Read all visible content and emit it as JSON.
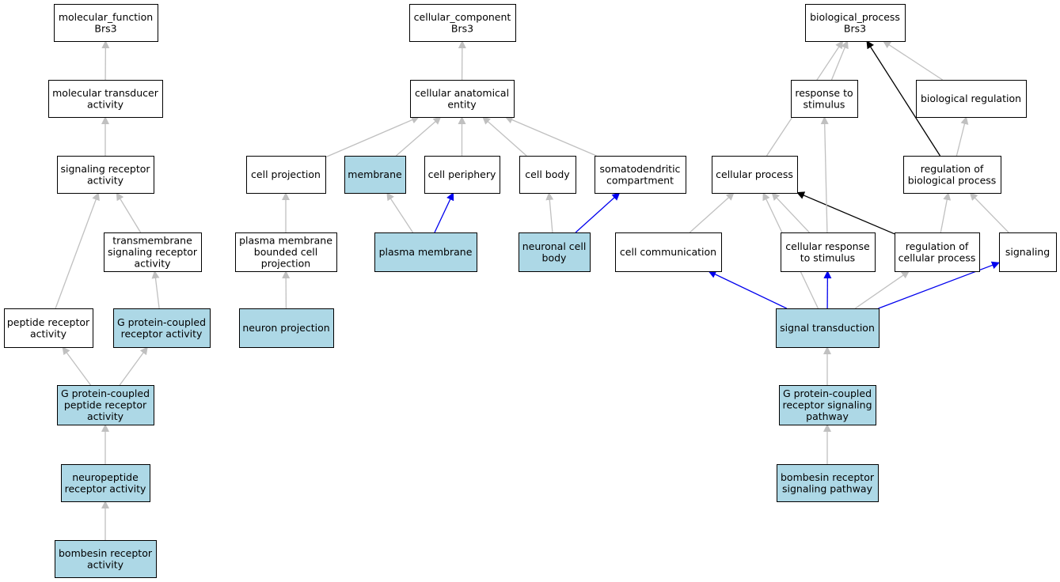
{
  "colors": {
    "highlight_fill": "#add8e6",
    "plain_fill": "#ffffff",
    "edge_gray": "#c0c0c0",
    "edge_blue": "#0000ee",
    "edge_black": "#000000"
  },
  "nodes": [
    {
      "id": "mf",
      "lines": [
        "molecular_function",
        "Brs3"
      ],
      "highlight": false
    },
    {
      "id": "mta",
      "lines": [
        "molecular transducer",
        "activity"
      ],
      "highlight": false
    },
    {
      "id": "sra",
      "lines": [
        "signaling receptor",
        "activity"
      ],
      "highlight": false
    },
    {
      "id": "tsra",
      "lines": [
        "transmembrane",
        "signaling receptor",
        "activity"
      ],
      "highlight": false
    },
    {
      "id": "pra",
      "lines": [
        "peptide receptor",
        "activity"
      ],
      "highlight": false
    },
    {
      "id": "gpcra",
      "lines": [
        "G protein-coupled",
        "receptor activity"
      ],
      "highlight": true
    },
    {
      "id": "gpcpra",
      "lines": [
        "G protein-coupled",
        "peptide receptor",
        "activity"
      ],
      "highlight": true
    },
    {
      "id": "npra",
      "lines": [
        "neuropeptide",
        "receptor activity"
      ],
      "highlight": true
    },
    {
      "id": "bra",
      "lines": [
        "bombesin receptor",
        "activity"
      ],
      "highlight": true
    },
    {
      "id": "cc",
      "lines": [
        "cellular_component",
        "Brs3"
      ],
      "highlight": false
    },
    {
      "id": "cae",
      "lines": [
        "cellular anatomical",
        "entity"
      ],
      "highlight": false
    },
    {
      "id": "cproj",
      "lines": [
        "cell projection"
      ],
      "highlight": false
    },
    {
      "id": "memb",
      "lines": [
        "membrane"
      ],
      "highlight": true
    },
    {
      "id": "cperi",
      "lines": [
        "cell periphery"
      ],
      "highlight": false
    },
    {
      "id": "cbody",
      "lines": [
        "cell body"
      ],
      "highlight": false
    },
    {
      "id": "sdc",
      "lines": [
        "somatodendritic",
        "compartment"
      ],
      "highlight": false
    },
    {
      "id": "pmbcp",
      "lines": [
        "plasma membrane",
        "bounded cell",
        "projection"
      ],
      "highlight": false
    },
    {
      "id": "pm",
      "lines": [
        "plasma membrane"
      ],
      "highlight": true
    },
    {
      "id": "ncb",
      "lines": [
        "neuronal cell",
        "body"
      ],
      "highlight": true
    },
    {
      "id": "nproj",
      "lines": [
        "neuron projection"
      ],
      "highlight": true
    },
    {
      "id": "bp",
      "lines": [
        "biological_process",
        "Brs3"
      ],
      "highlight": false
    },
    {
      "id": "rts",
      "lines": [
        "response to",
        "stimulus"
      ],
      "highlight": false
    },
    {
      "id": "breg",
      "lines": [
        "biological regulation"
      ],
      "highlight": false
    },
    {
      "id": "cproc",
      "lines": [
        "cellular process"
      ],
      "highlight": false
    },
    {
      "id": "rbp",
      "lines": [
        "regulation of",
        "biological process"
      ],
      "highlight": false
    },
    {
      "id": "ccomm",
      "lines": [
        "cell communication"
      ],
      "highlight": false
    },
    {
      "id": "crts",
      "lines": [
        "cellular response",
        "to stimulus"
      ],
      "highlight": false
    },
    {
      "id": "rcp",
      "lines": [
        "regulation of",
        "cellular process"
      ],
      "highlight": false
    },
    {
      "id": "sig",
      "lines": [
        "signaling"
      ],
      "highlight": false
    },
    {
      "id": "st",
      "lines": [
        "signal transduction"
      ],
      "highlight": true
    },
    {
      "id": "gpcrsp",
      "lines": [
        "G protein-coupled",
        "receptor signaling",
        "pathway"
      ],
      "highlight": true
    },
    {
      "id": "brsp",
      "lines": [
        "bombesin receptor",
        "signaling pathway"
      ],
      "highlight": true
    }
  ],
  "edges": [
    {
      "from": "mta",
      "to": "mf",
      "kind": "gray"
    },
    {
      "from": "sra",
      "to": "mta",
      "kind": "gray"
    },
    {
      "from": "tsra",
      "to": "sra",
      "kind": "gray"
    },
    {
      "from": "pra",
      "to": "sra",
      "kind": "gray"
    },
    {
      "from": "gpcra",
      "to": "tsra",
      "kind": "gray"
    },
    {
      "from": "gpcpra",
      "to": "pra",
      "kind": "gray"
    },
    {
      "from": "gpcpra",
      "to": "gpcra",
      "kind": "gray"
    },
    {
      "from": "npra",
      "to": "gpcpra",
      "kind": "gray"
    },
    {
      "from": "bra",
      "to": "npra",
      "kind": "gray"
    },
    {
      "from": "cae",
      "to": "cc",
      "kind": "gray"
    },
    {
      "from": "cproj",
      "to": "cae",
      "kind": "gray"
    },
    {
      "from": "memb",
      "to": "cae",
      "kind": "gray"
    },
    {
      "from": "cperi",
      "to": "cae",
      "kind": "gray"
    },
    {
      "from": "cbody",
      "to": "cae",
      "kind": "gray"
    },
    {
      "from": "sdc",
      "to": "cae",
      "kind": "gray"
    },
    {
      "from": "pmbcp",
      "to": "cproj",
      "kind": "gray"
    },
    {
      "from": "nproj",
      "to": "pmbcp",
      "kind": "gray"
    },
    {
      "from": "pm",
      "to": "memb",
      "kind": "gray"
    },
    {
      "from": "pm",
      "to": "cperi",
      "kind": "blue"
    },
    {
      "from": "ncb",
      "to": "cbody",
      "kind": "gray"
    },
    {
      "from": "ncb",
      "to": "sdc",
      "kind": "blue"
    },
    {
      "from": "cproc",
      "to": "bp",
      "kind": "gray"
    },
    {
      "from": "rts",
      "to": "bp",
      "kind": "gray"
    },
    {
      "from": "rbp",
      "to": "bp",
      "kind": "black"
    },
    {
      "from": "breg",
      "to": "bp",
      "kind": "gray"
    },
    {
      "from": "rbp",
      "to": "breg",
      "kind": "gray"
    },
    {
      "from": "ccomm",
      "to": "cproc",
      "kind": "gray"
    },
    {
      "from": "crts",
      "to": "cproc",
      "kind": "gray"
    },
    {
      "from": "rcp",
      "to": "cproc",
      "kind": "black"
    },
    {
      "from": "st",
      "to": "cproc",
      "kind": "gray"
    },
    {
      "from": "crts",
      "to": "rts",
      "kind": "gray"
    },
    {
      "from": "rcp",
      "to": "rbp",
      "kind": "gray"
    },
    {
      "from": "sig",
      "to": "rbp",
      "kind": "gray"
    },
    {
      "from": "st",
      "to": "ccomm",
      "kind": "blue"
    },
    {
      "from": "st",
      "to": "crts",
      "kind": "blue"
    },
    {
      "from": "st",
      "to": "rcp",
      "kind": "gray"
    },
    {
      "from": "st",
      "to": "sig",
      "kind": "blue"
    },
    {
      "from": "gpcrsp",
      "to": "st",
      "kind": "gray"
    },
    {
      "from": "brsp",
      "to": "gpcrsp",
      "kind": "gray"
    }
  ]
}
